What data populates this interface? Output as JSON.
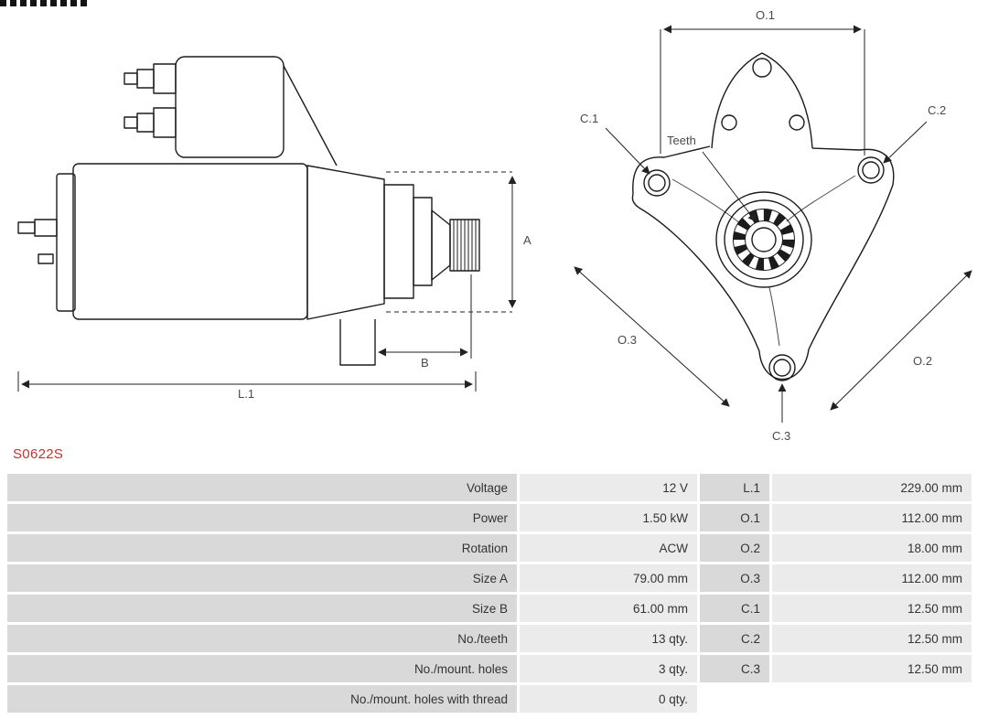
{
  "part_number": "S0622S",
  "colors": {
    "part_number": "#c23330",
    "table_label_bg": "#d9d9d9",
    "table_value_bg": "#ebebeb"
  },
  "diagram": {
    "side_view": {
      "dim_a": "A",
      "dim_b": "B",
      "dim_l1": "L.1"
    },
    "front_view": {
      "dim_o1": "O.1",
      "dim_o2": "O.2",
      "dim_o3": "O.3",
      "dim_c1": "C.1",
      "dim_c2": "C.2",
      "dim_c3": "C.3",
      "teeth_label": "Teeth"
    }
  },
  "table": {
    "rows": [
      {
        "c0": "Voltage",
        "c1": "12 V",
        "c2": "L.1",
        "c3": "229.00 mm"
      },
      {
        "c0": "Power",
        "c1": "1.50 kW",
        "c2": "O.1",
        "c3": "112.00 mm"
      },
      {
        "c0": "Rotation",
        "c1": "ACW",
        "c2": "O.2",
        "c3": "18.00 mm"
      },
      {
        "c0": "Size A",
        "c1": "79.00 mm",
        "c2": "O.3",
        "c3": "112.00 mm"
      },
      {
        "c0": "Size B",
        "c1": "61.00 mm",
        "c2": "C.1",
        "c3": "12.50 mm"
      },
      {
        "c0": "No./teeth",
        "c1": "13 qty.",
        "c2": "C.2",
        "c3": "12.50 mm"
      },
      {
        "c0": "No./mount. holes",
        "c1": "3 qty.",
        "c2": "C.3",
        "c3": "12.50 mm"
      },
      {
        "c0": "No./mount. holes with thread",
        "c1": "0 qty.",
        "c2": "",
        "c3": ""
      }
    ]
  }
}
